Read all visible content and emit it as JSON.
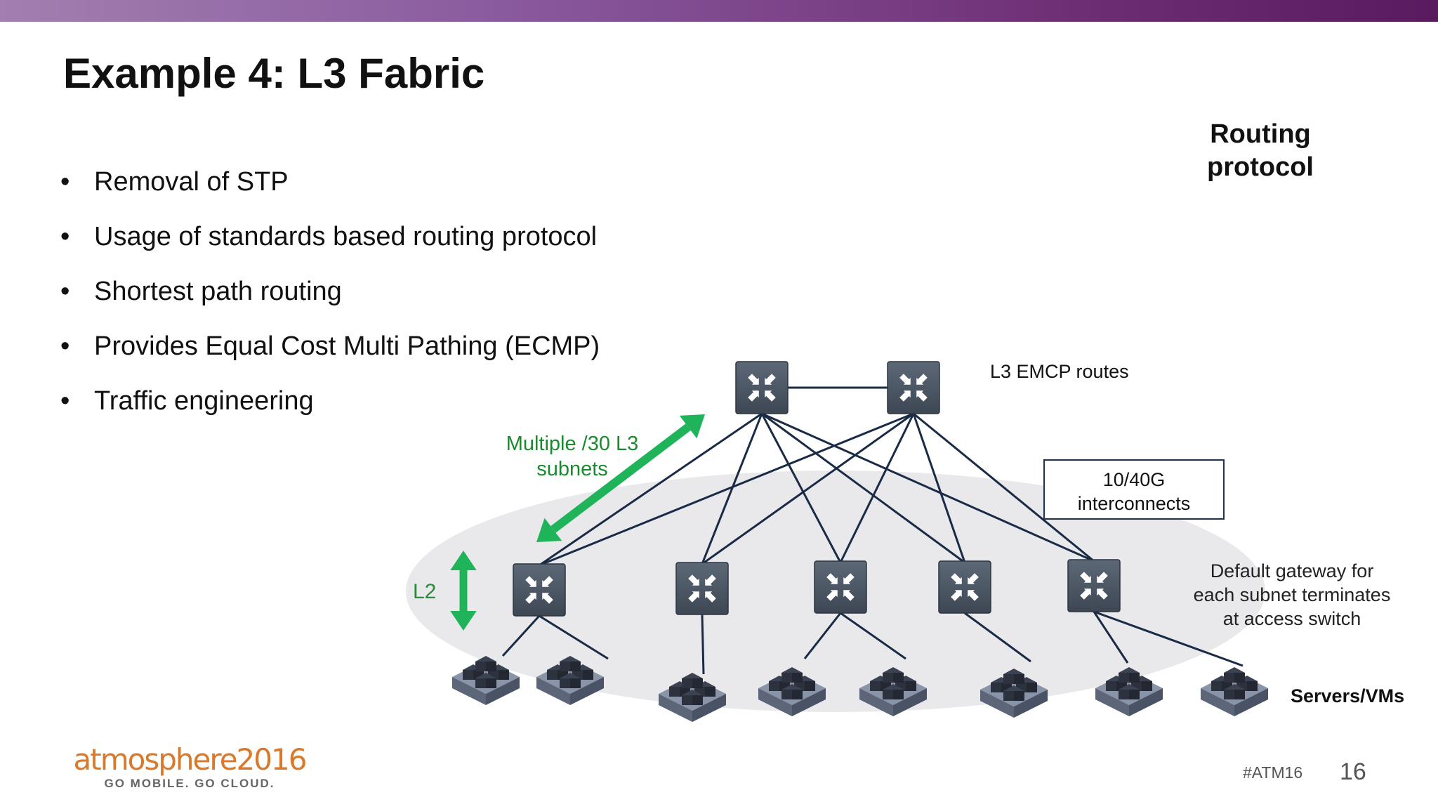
{
  "slide": {
    "title": "Example 4: L3 Fabric",
    "side_heading": "Routing\nprotocol",
    "bullets": [
      "Removal of STP",
      "Usage of standards based routing protocol",
      "Shortest path routing",
      "Provides Equal Cost Multi Pathing (ECMP)",
      "Traffic engineering"
    ],
    "bullet_glyph": "•"
  },
  "diagram": {
    "spine_label": "L3 EMCP routes",
    "subnets_label": "Multiple /30 L3\nsubnets",
    "l2_label": "L2",
    "interconnect_label": "10/40G\ninterconnects",
    "gateway_label": "Default gateway for\neach subnet terminates\nat access switch",
    "servers_label": "Servers/VMs",
    "spine_switch_count": 2,
    "access_switch_count": 5,
    "server_count": 8,
    "colors": {
      "switch": "#4a5563",
      "link": "#1a2b45",
      "green_arrow": "#1fb45a",
      "ellipse": "#e9e9ec"
    }
  },
  "footer": {
    "logo_text": "atmosphere",
    "logo_year": "2016",
    "logo_tagline": "GO MOBILE. GO CLOUD.",
    "hashtag": "#ATM16",
    "page_number": "16"
  },
  "theme": {
    "accent": "#6e2e74",
    "logo_color": "#d8792c"
  }
}
